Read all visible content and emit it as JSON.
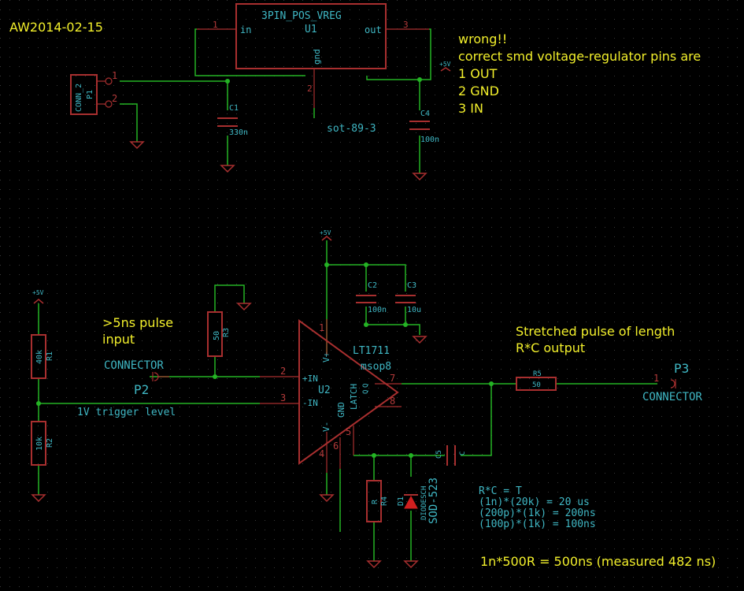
{
  "header": {
    "date": "AW2014-02-15"
  },
  "notes": {
    "wrong": [
      "wrong!!",
      "correct smd voltage-regulator pins are",
      "1 OUT",
      "2 GND",
      "3 IN"
    ],
    "pulse_input": [
      ">5ns pulse",
      "input"
    ],
    "stretched": [
      "Stretched pulse of length",
      "R*C output"
    ],
    "formula": [
      "R*C = T",
      "(1n)*(20k) = 20 us",
      "(200p)*(1k) = 200ns",
      "(100p)*(1k) = 100ns"
    ],
    "measured": "1n*500R = 500ns (measured 482 ns)",
    "trigger": "1V trigger level"
  },
  "u1": {
    "name": "3PIN_POS_VREG",
    "ref": "U1",
    "pin_in": "in",
    "pin_out": "out",
    "pin_gnd": "gnd",
    "package": "sot-89-3",
    "n1": "1",
    "n2": "2",
    "n3": "3"
  },
  "p1": {
    "name": "CONN_2",
    "ref": "P1",
    "n1": "1",
    "n2": "2"
  },
  "c1": {
    "ref": "C1",
    "value": "330n"
  },
  "c4": {
    "ref": "C4",
    "value": "100n"
  },
  "c2": {
    "ref": "C2",
    "value": "100n"
  },
  "c3": {
    "ref": "C3",
    "value": "10u"
  },
  "c5": {
    "ref": "C5",
    "value": "C"
  },
  "r1": {
    "ref": "R1",
    "value": "40k"
  },
  "r2": {
    "ref": "R2",
    "value": "10k"
  },
  "r3": {
    "ref": "R3",
    "value": "50"
  },
  "r4": {
    "ref": "R4",
    "value": "R"
  },
  "r5": {
    "ref": "R5",
    "value": "50"
  },
  "d1": {
    "ref": "D1",
    "name": "DIODESCH",
    "package": "SOD-523"
  },
  "u2": {
    "name": "LT1711",
    "ref": "U2",
    "package": "msop8",
    "plus_in": "+IN",
    "minus_in": "-IN",
    "vplus": "V+",
    "vminus": "V-",
    "gnd": "GND",
    "latch": "LATCH",
    "q": "Q",
    "qbar": "Q",
    "n1": "1",
    "n2": "2",
    "n3": "3",
    "n4": "4",
    "n5": "5",
    "n6": "6",
    "n7": "7",
    "n8": "8"
  },
  "p2": {
    "label": "CONNECTOR",
    "ref": "P2"
  },
  "p3": {
    "label": "CONNECTOR",
    "ref": "P3",
    "n1": "1"
  },
  "power": {
    "v5": "+5V"
  }
}
